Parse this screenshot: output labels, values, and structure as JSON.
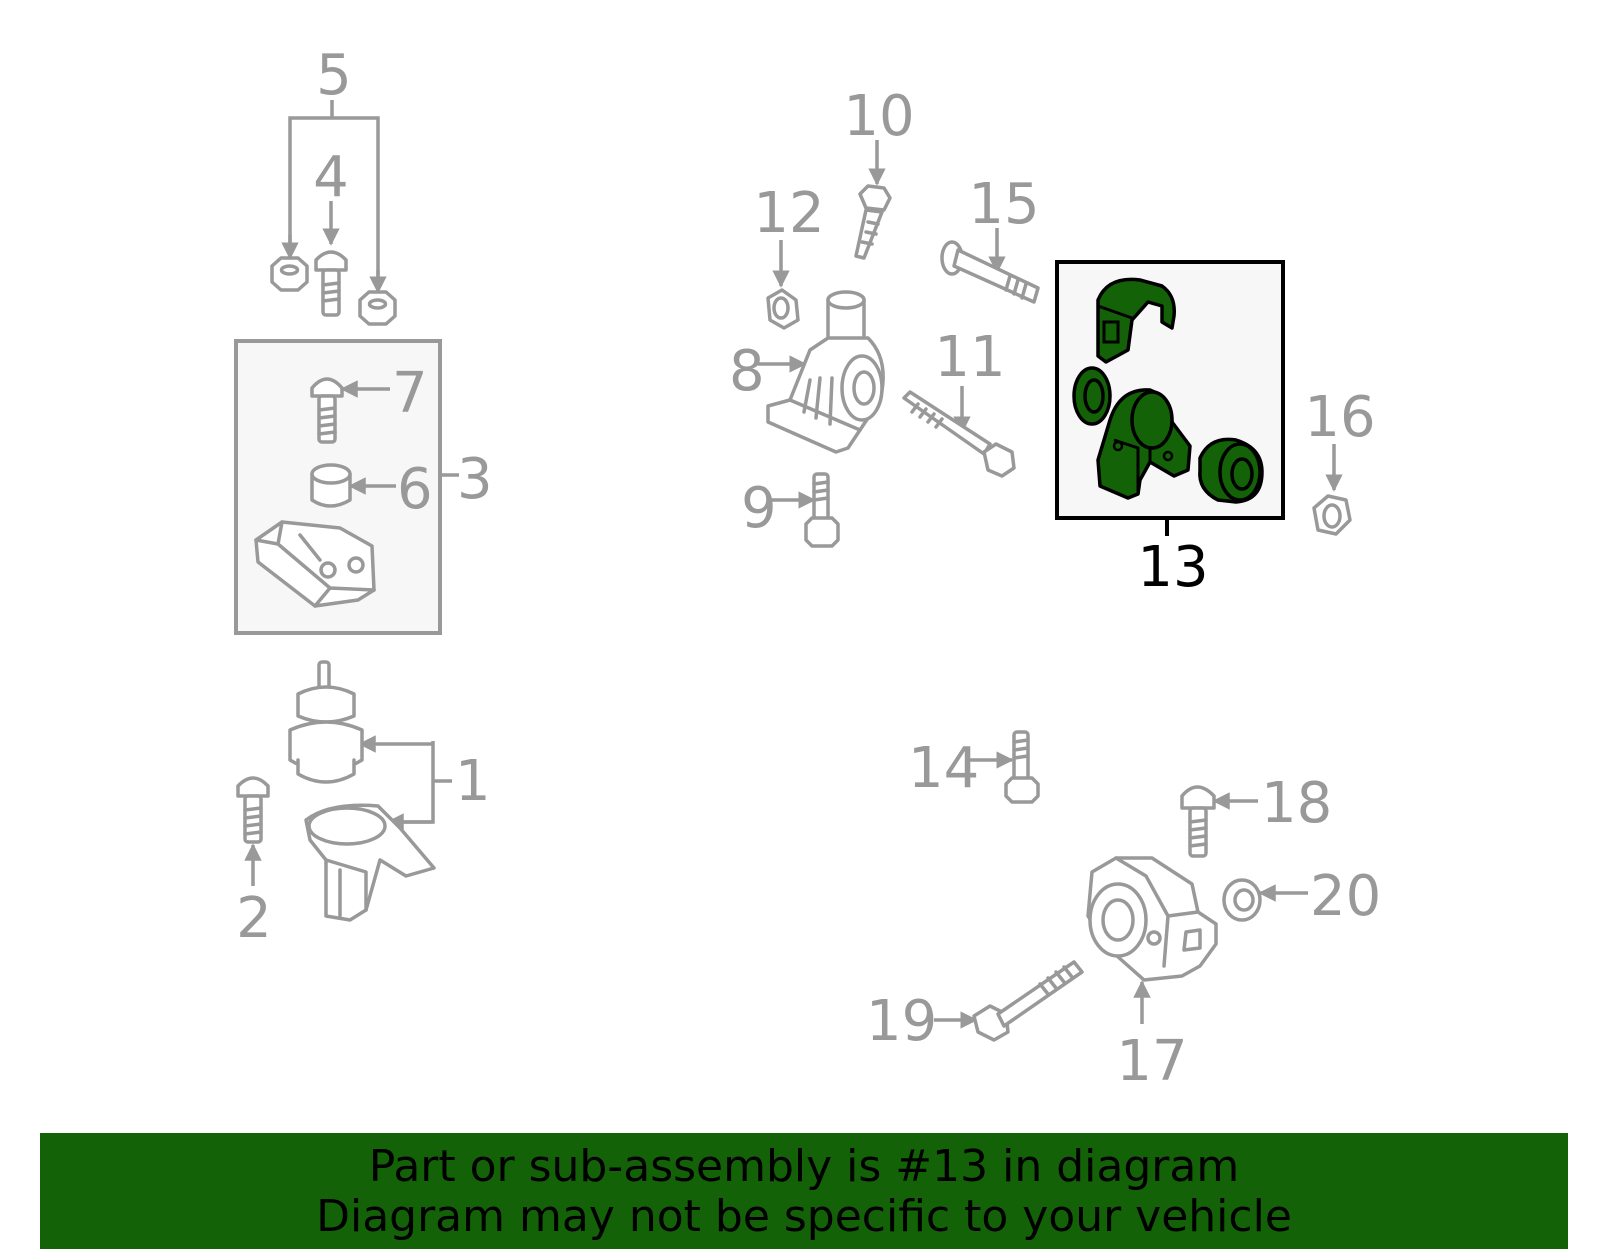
{
  "callouts": {
    "c1": "1",
    "c2": "2",
    "c3": "3",
    "c4": "4",
    "c5": "5",
    "c6": "6",
    "c7": "7",
    "c8": "8",
    "c9": "9",
    "c10": "10",
    "c11": "11",
    "c12": "12",
    "c13": "13",
    "c14": "14",
    "c15": "15",
    "c16": "16",
    "c17": "17",
    "c18": "18",
    "c19": "19",
    "c20": "20"
  },
  "highlighted_part": "13",
  "colors": {
    "highlight": "#136207",
    "parts": "#999999",
    "banner": "#136207"
  },
  "banner": {
    "line1": "Part or sub-assembly is #13 in diagram",
    "line2": "Diagram may not be specific to your vehicle"
  }
}
